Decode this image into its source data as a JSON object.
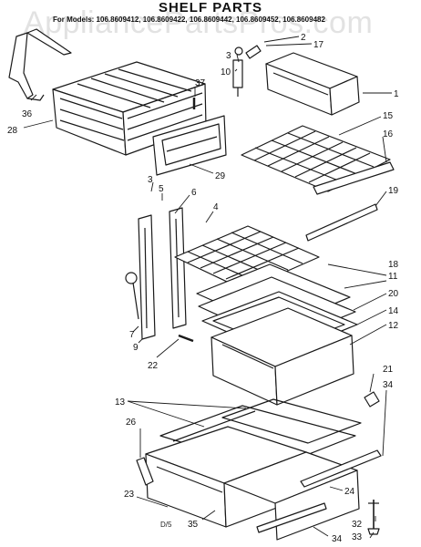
{
  "title": "SHELF PARTS",
  "models_line": "For Models: 106.8609412, 106.8609422, 106.8609442, 106.8609452, 106.8609482",
  "watermark": "AppliancePartsPros.com",
  "footer_code": "D/5",
  "colors": {
    "line": "#1a1a1a",
    "watermark": "#969696"
  },
  "callouts": [
    "1",
    "2",
    "3",
    "3",
    "4",
    "5",
    "6",
    "7",
    "9",
    "10",
    "11",
    "12",
    "13",
    "14",
    "15",
    "16",
    "17",
    "18",
    "19",
    "20",
    "21",
    "22",
    "23",
    "24",
    "26",
    "28",
    "29",
    "32",
    "33",
    "34",
    "34",
    "35",
    "36",
    "37"
  ]
}
